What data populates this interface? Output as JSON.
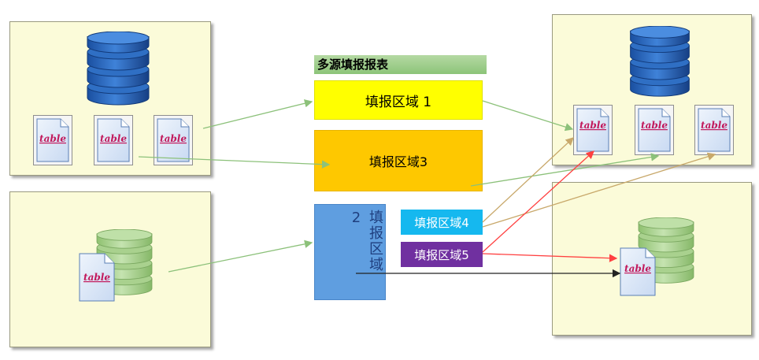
{
  "title": "多源填报报表",
  "regions": {
    "r1": "填报区域 1",
    "r2": "填报区域 2",
    "r3": "填报区域3",
    "r4": "填报区域4",
    "r5": "填报区域5"
  },
  "table_label": "table",
  "colors": {
    "database_blue": "#1f5fb4",
    "database_green": "#a9d18e",
    "region1": "#ffff00",
    "region2": "#5f9ee0",
    "region3": "#fec800",
    "region4": "#15b8ef",
    "region5": "#7030a0",
    "arrow_green": "#8cc17a",
    "arrow_tan": "#c8a86a",
    "arrow_red": "#ff4040",
    "arrow_black": "#222222"
  },
  "icons": [
    "database-icon",
    "table-document-icon"
  ]
}
